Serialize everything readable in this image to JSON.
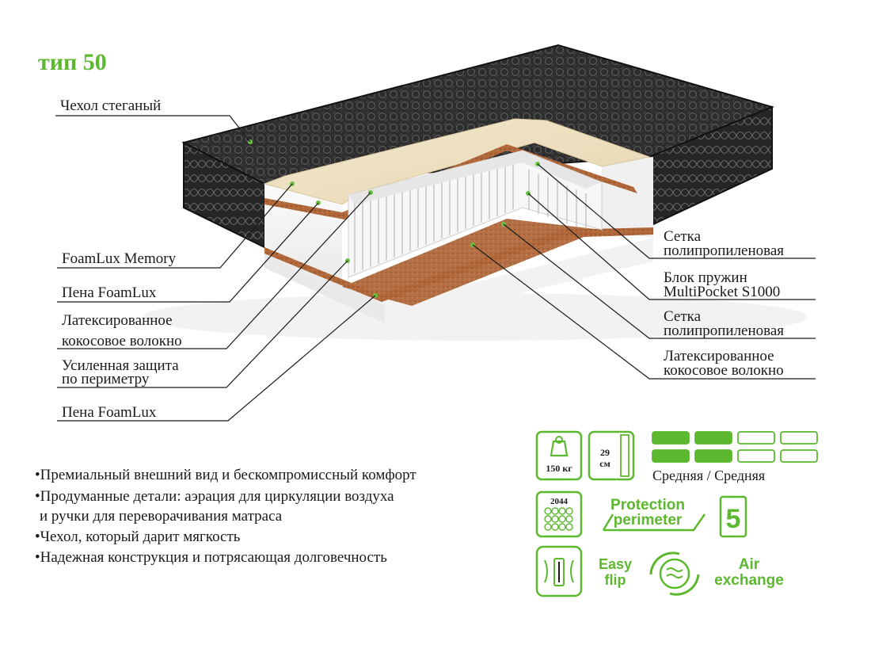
{
  "title": "тип 50",
  "left_labels": [
    {
      "lines": [
        "Чехол стеганый"
      ]
    },
    {
      "lines": [
        "FoamLux Memory"
      ]
    },
    {
      "lines": [
        "Пена FoamLux"
      ]
    },
    {
      "lines": [
        "Латексированное",
        "кокосовое волокно"
      ]
    },
    {
      "lines": [
        "Усиленная защита",
        "по периметру"
      ]
    },
    {
      "lines": [
        "Пена FoamLux"
      ]
    }
  ],
  "right_labels": [
    {
      "lines": [
        "Сетка",
        "полипропиленовая"
      ]
    },
    {
      "lines": [
        "Блок пружин",
        "MultiPocket S1000"
      ]
    },
    {
      "lines": [
        "Сетка",
        "полипропиленовая"
      ]
    },
    {
      "lines": [
        "Латексированное",
        "кокосовое волокно"
      ]
    }
  ],
  "bullets": [
    "•Премиальный внешний вид и бескомпромиссный комфорт",
    "•Продуманные детали: аэрация для циркуляции воздуха",
    " и ручки для переворачивания матраса",
    "•Чехол, который дарит мягкость",
    "•Надежная конструкция и потрясающая долговечность"
  ],
  "badges": {
    "weight": "150 кг",
    "height_value": "29",
    "height_unit": "см",
    "firmness": "Средняя / Средняя",
    "firmness_levels": {
      "side_a": 2,
      "side_b": 2,
      "max": 4
    },
    "springs": "2044",
    "protection_line1": "Protection",
    "protection_line2": "perimeter",
    "zones": "5",
    "easy_line1": "Easy",
    "easy_line2": "flip",
    "air_line1": "Air",
    "air_line2": "exchange"
  },
  "colors": {
    "accent": "#5cb82e",
    "cover": "#2b2b2b",
    "coconut": "#b0683a",
    "memory_foam": "#efe3c6",
    "foam": "#f4f4f4"
  }
}
